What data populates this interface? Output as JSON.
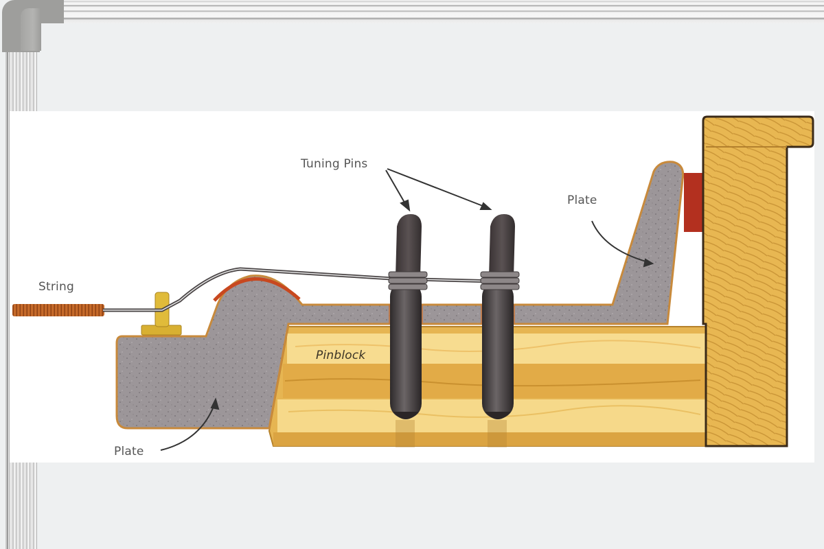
{
  "diagram": {
    "subject": "Piano pinblock cross-section",
    "labels": {
      "tuning_pins": "Tuning Pins",
      "plate_top": "Plate",
      "string": "String",
      "pinblock": "Pinblock",
      "plate_bottom": "Plate"
    },
    "colors": {
      "board_background": "#eef0f1",
      "panel_background": "#ffffff",
      "plate_fill": "#9c9699",
      "plate_outline": "#c88a3c",
      "wood_light": "#f6d98a",
      "wood_mid": "#e4b24e",
      "wood_dark": "#c98c2c",
      "pin_color": "#4a4546",
      "string_copper": "#c56a2a",
      "felt_red": "#b3301f",
      "bridge_brass": "#d8b032",
      "frame_grey": "#9e9e9c"
    }
  }
}
